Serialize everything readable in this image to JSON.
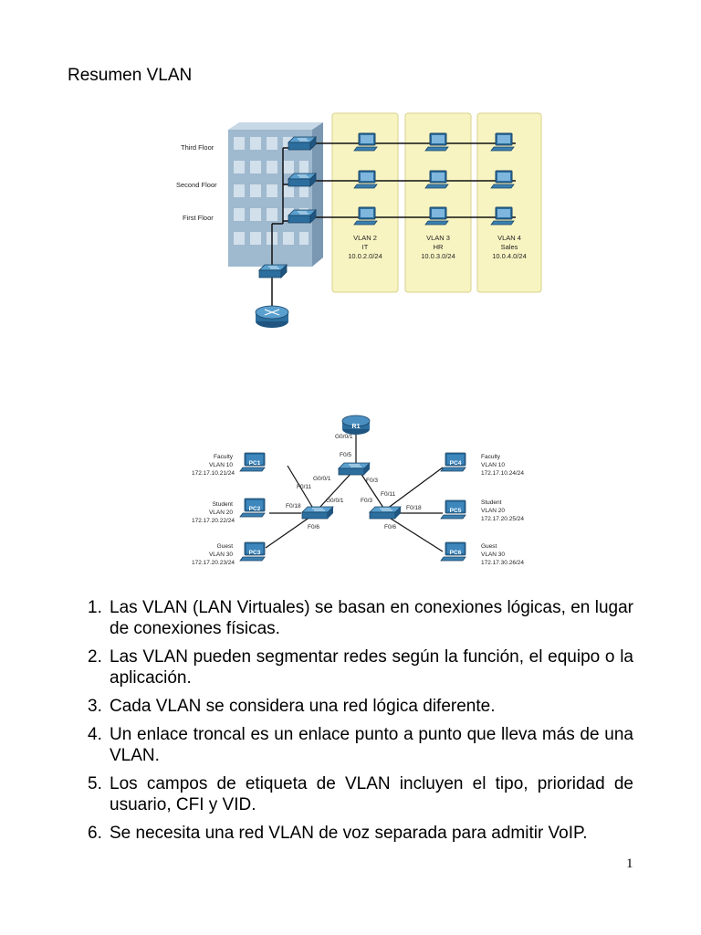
{
  "title": "Resumen VLAN",
  "figure1": {
    "floors": [
      "Third Floor",
      "Second Floor",
      "First Floor"
    ],
    "vlans": [
      {
        "name": "VLAN 2",
        "dept": "IT",
        "subnet": "10.0.2.0/24"
      },
      {
        "name": "VLAN 3",
        "dept": "HR",
        "subnet": "10.0.3.0/24"
      },
      {
        "name": "VLAN 4",
        "dept": "Sales",
        "subnet": "10.0.4.0/24"
      }
    ]
  },
  "figure2": {
    "router": "R1",
    "labels": {
      "r1_port": "G0/0/1",
      "s1_up": "F0/5",
      "s1_left": "G0/0/1",
      "s1_right": "F0/3",
      "s2_up": "F0/11",
      "s2_g": "G0/0/1",
      "s2_pc2": "F0/18",
      "s2_pc3": "F0/6",
      "s3_up": "F0/3",
      "s3_pc4": "F0/11",
      "s3_pc5": "F0/18",
      "s3_pc6": "F0/6"
    },
    "pcs": [
      {
        "id": "PC1",
        "role": "Faculty",
        "vlan": "VLAN 10",
        "ip": "172.17.10.21/24"
      },
      {
        "id": "PC2",
        "role": "Student",
        "vlan": "VLAN 20",
        "ip": "172.17.20.22/24"
      },
      {
        "id": "PC3",
        "role": "Guest",
        "vlan": "VLAN 30",
        "ip": "172.17.20.23/24"
      },
      {
        "id": "PC4",
        "role": "Faculty",
        "vlan": "VLAN 10",
        "ip": "172.17.10.24/24"
      },
      {
        "id": "PC5",
        "role": "Student",
        "vlan": "VLAN 20",
        "ip": "172.17.20.25/24"
      },
      {
        "id": "PC6",
        "role": "Guest",
        "vlan": "VLAN 30",
        "ip": "172.17.30.26/24"
      }
    ]
  },
  "items": [
    {
      "num": "1.",
      "text": "Las VLAN (LAN Virtuales) se basan en conexiones lógicas, en lugar de conexiones físicas."
    },
    {
      "num": "2.",
      "text": "Las VLAN pueden segmentar redes según la función, el equipo o la aplicación."
    },
    {
      "num": "3.",
      "text": "Cada VLAN se considera una red lógica diferente."
    },
    {
      "num": "4.",
      "text": "Un enlace troncal es un enlace punto a punto que lleva más de una VLAN."
    },
    {
      "num": "5.",
      "text": "Los campos de etiqueta de VLAN incluyen el tipo, prioridad de usuario, CFI y VID."
    },
    {
      "num": "6.",
      "text": "Se necesita una red VLAN de voz separada para admitir VoIP."
    }
  ],
  "page_number": "1"
}
